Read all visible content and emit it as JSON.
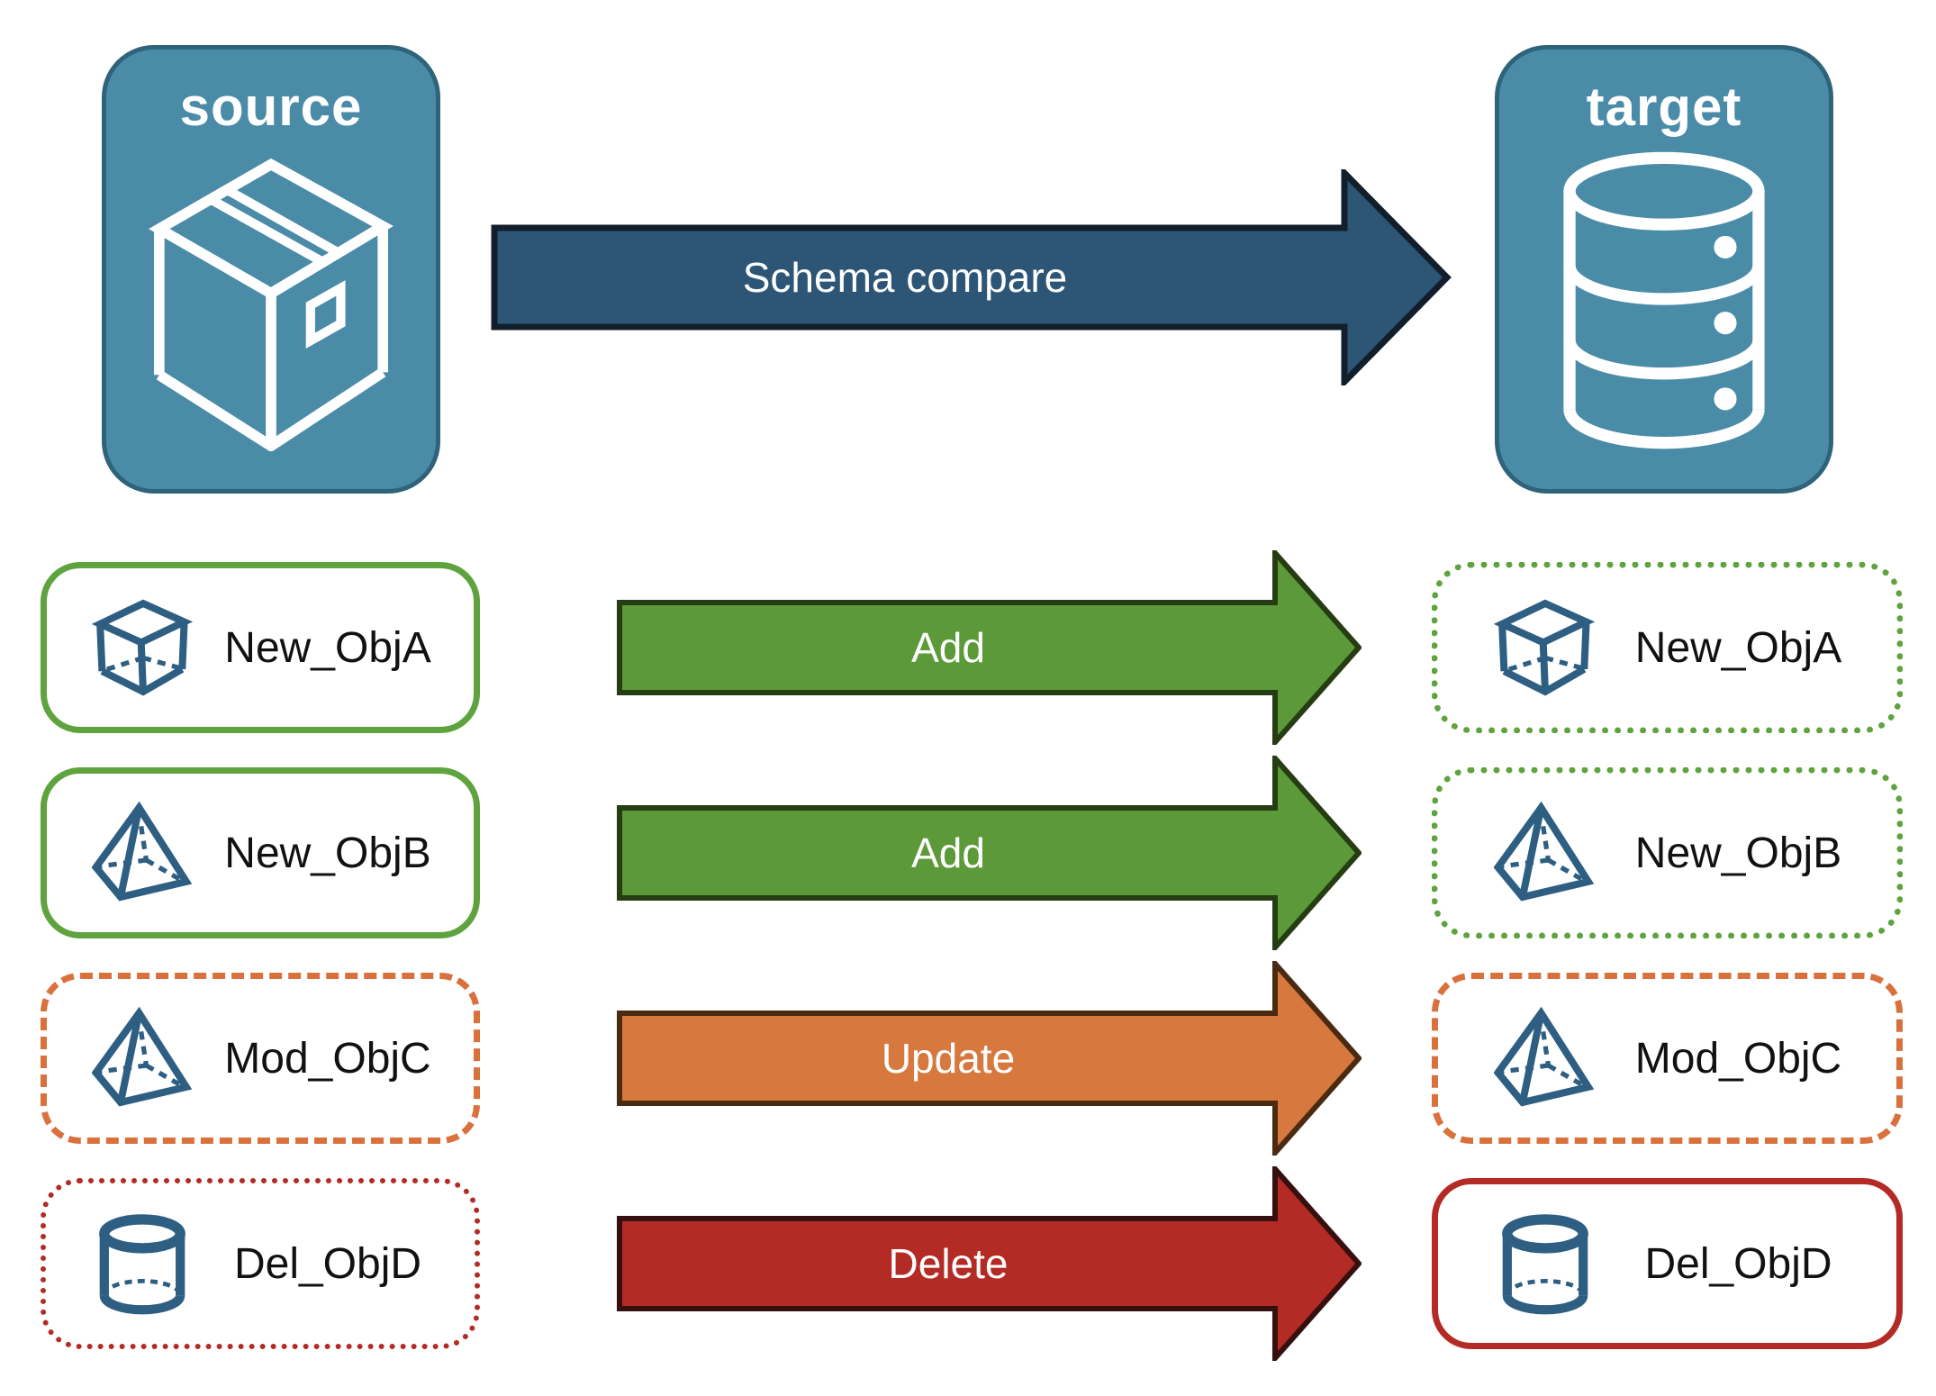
{
  "colors": {
    "panel_blue": "#4A8CA8",
    "panel_blue_border": "#2E6379",
    "icon_blue": "#2E5F82",
    "arrow_navy": "#2D5676",
    "arrow_navy_border": "#131E2B",
    "green": "#5FA33F",
    "arrow_green": "#5B9939",
    "arrow_green_border": "#263C12",
    "orange": "#D9713C",
    "arrow_orange": "#D7783E",
    "arrow_orange_border": "#4A2A10",
    "red": "#B32B24",
    "arrow_red": "#B32B24",
    "arrow_red_border": "#35100E",
    "label_text": "#111111",
    "arrow_label_text": "#FFFFFF"
  },
  "source_panel": {
    "title": "source",
    "icon": "package-box-icon"
  },
  "target_panel": {
    "title": "target",
    "icon": "database-icon"
  },
  "compare_arrow": {
    "label": "Schema compare",
    "direction": "left-to-right"
  },
  "rows": [
    {
      "source": {
        "label": "New_ObjA",
        "icon": "cube-icon",
        "border_style": "solid-green"
      },
      "action": {
        "label": "Add",
        "color": "green"
      },
      "target": {
        "label": "New_ObjA",
        "icon": "cube-icon",
        "border_style": "dotted-green"
      }
    },
    {
      "source": {
        "label": "New_ObjB",
        "icon": "pyramid-icon",
        "border_style": "solid-green"
      },
      "action": {
        "label": "Add",
        "color": "green"
      },
      "target": {
        "label": "New_ObjB",
        "icon": "pyramid-icon",
        "border_style": "dotted-green"
      }
    },
    {
      "source": {
        "label": "Mod_ObjC",
        "icon": "pyramid-icon",
        "border_style": "dashed-orange"
      },
      "action": {
        "label": "Update",
        "color": "orange"
      },
      "target": {
        "label": "Mod_ObjC",
        "icon": "pyramid-icon",
        "border_style": "dashed-orange"
      }
    },
    {
      "source": {
        "label": "Del_ObjD",
        "icon": "cylinder-icon",
        "border_style": "dotted-red"
      },
      "action": {
        "label": "Delete",
        "color": "red"
      },
      "target": {
        "label": "Del_ObjD",
        "icon": "cylinder-icon",
        "border_style": "solid-red"
      }
    }
  ]
}
